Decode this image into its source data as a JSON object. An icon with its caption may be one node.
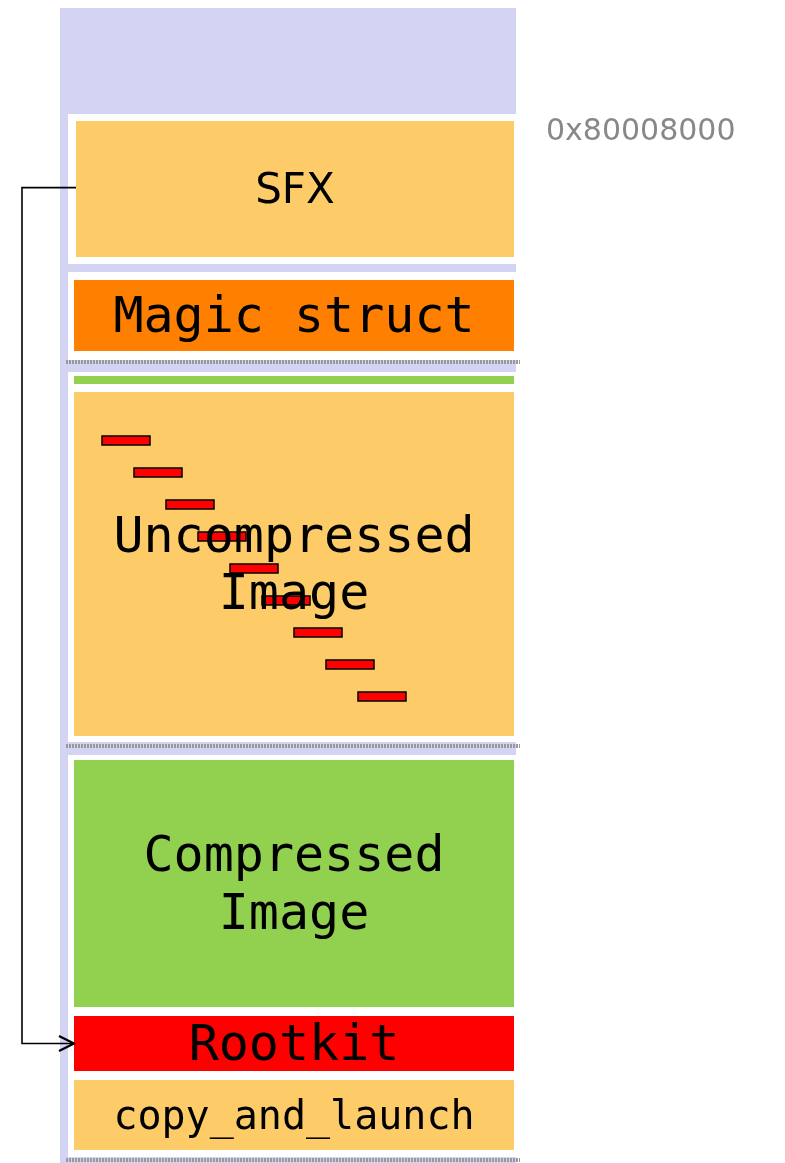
{
  "diagram": {
    "nodes": [
      {
        "text": [
          "SFX"
        ]
      },
      {
        "text": [
          "Magic struct"
        ]
      },
      {
        "text": [
          "Uncompressed Image"
        ]
      },
      {
        "text": [
          "Compressed Image"
        ]
      },
      {
        "text": [
          "Rootkit"
        ]
      },
      {
        "text": [
          "copy_and_launch"
        ]
      }
    ],
    "edges": [
      {
        "from": 0,
        "to": 4,
        "arrow": "to"
      }
    ],
    "labels": [
      "0x80008000"
    ]
  }
}
